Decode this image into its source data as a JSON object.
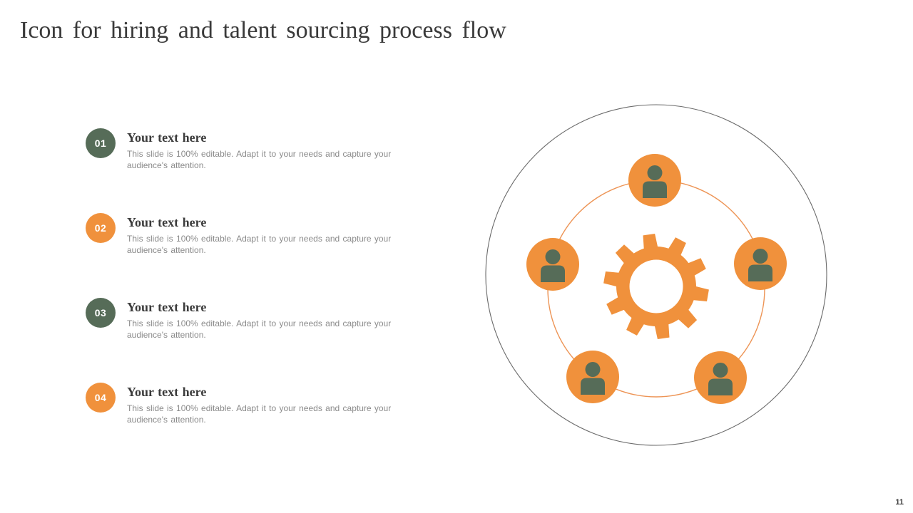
{
  "theme": {
    "page_bg": "#FFFFFF",
    "orange": "#F0913C",
    "green": "#566C58",
    "title_color": "#3A3A3A",
    "heading_color": "#3B3B3B",
    "body_color": "#8A8A8A",
    "badge_text": "#FFFFFF",
    "outer_ring": "#6A6A6A",
    "inner_ring": "#ED9455",
    "page_number_color": "#3D3D3D"
  },
  "slide": {
    "title": "Icon for hiring and talent sourcing process flow",
    "page_number": "11"
  },
  "list": {
    "items": [
      {
        "number": "01",
        "badge_color": "#566C58",
        "heading": "Your text here",
        "description": "This slide is 100% editable. Adapt it to your needs and capture your audience's attention."
      },
      {
        "number": "02",
        "badge_color": "#F0913C",
        "heading": "Your text here",
        "description": "This slide is 100% editable. Adapt it to your needs and capture your audience's attention."
      },
      {
        "number": "03",
        "badge_color": "#566C58",
        "heading": "Your text here",
        "description": "This slide is 100% editable. Adapt it to your needs and capture your audience's attention."
      },
      {
        "number": "04",
        "badge_color": "#F0913C",
        "heading": "Your text here",
        "description": "This slide is 100% editable. Adapt it to your needs and capture your audience's attention."
      }
    ]
  },
  "diagram": {
    "center_icon": "gear-icon",
    "node_icon": "person-icon",
    "node_count": 5
  }
}
